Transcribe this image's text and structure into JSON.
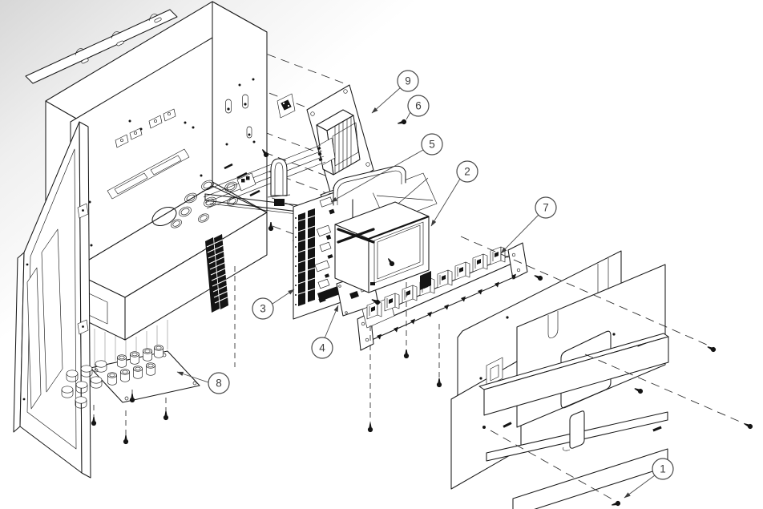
{
  "figure": {
    "type": "exploded-assembly-diagram",
    "subject": "electrical-enclosure-assembly"
  },
  "callouts": [
    {
      "label": "1"
    },
    {
      "label": "2"
    },
    {
      "label": "3"
    },
    {
      "label": "4"
    },
    {
      "label": "5"
    },
    {
      "label": "6"
    },
    {
      "label": "7"
    },
    {
      "label": "8"
    },
    {
      "label": "9"
    }
  ],
  "colors": {
    "line": "#1a1a1a",
    "leader": "#4a4a4a",
    "dark_fill": "#141414",
    "background_corner": "#dadada",
    "background": "#ffffff"
  }
}
